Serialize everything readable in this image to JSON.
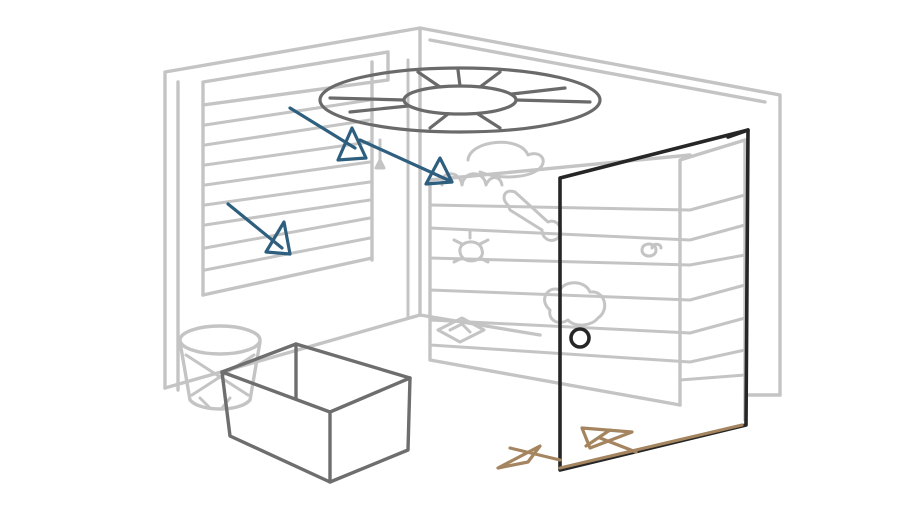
{
  "colors": {
    "background": "#ffffff",
    "wall_sketch": "#c4c4c4",
    "ceiling_fan": "#6a6a6a",
    "box_outline": "#6e6e6e",
    "door_outline": "#262626",
    "airflow_arrows": "#2f5f7f",
    "floor_path": "#a5855f"
  },
  "scene": {
    "elements": [
      {
        "name": "room-walls",
        "kind": "line-sketch"
      },
      {
        "name": "window-blinds",
        "kind": "line-sketch"
      },
      {
        "name": "ceiling-fan",
        "kind": "line-sketch"
      },
      {
        "name": "wall-shelf",
        "kind": "line-sketch"
      },
      {
        "name": "wall-doodles",
        "kind": "line-sketch"
      },
      {
        "name": "wastebasket",
        "kind": "line-sketch"
      },
      {
        "name": "open-box",
        "kind": "line-sketch"
      },
      {
        "name": "open-door",
        "kind": "line-sketch"
      },
      {
        "name": "airflow-arrows",
        "kind": "arrow",
        "count": 3
      },
      {
        "name": "floor-path-arrows",
        "kind": "arrow",
        "count": 2
      }
    ]
  }
}
